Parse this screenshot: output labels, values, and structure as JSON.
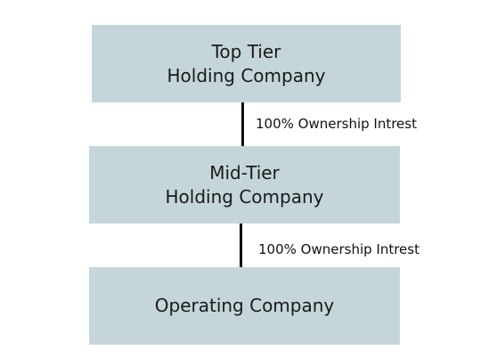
{
  "diagram": {
    "nodes": [
      {
        "id": "top",
        "lines": [
          "Top Tier",
          "Holding Company"
        ]
      },
      {
        "id": "mid",
        "lines": [
          "Mid-Tier",
          "Holding Company"
        ]
      },
      {
        "id": "op",
        "lines": [
          "Operating Company"
        ]
      }
    ],
    "edges": [
      {
        "from": "top",
        "to": "mid",
        "label": "100% Ownership Intrest"
      },
      {
        "from": "mid",
        "to": "op",
        "label": "100% Ownership Intrest"
      }
    ],
    "colors": {
      "box_fill": "#c5d6da",
      "connector": "#111111",
      "text": "#1a1a1a"
    }
  }
}
